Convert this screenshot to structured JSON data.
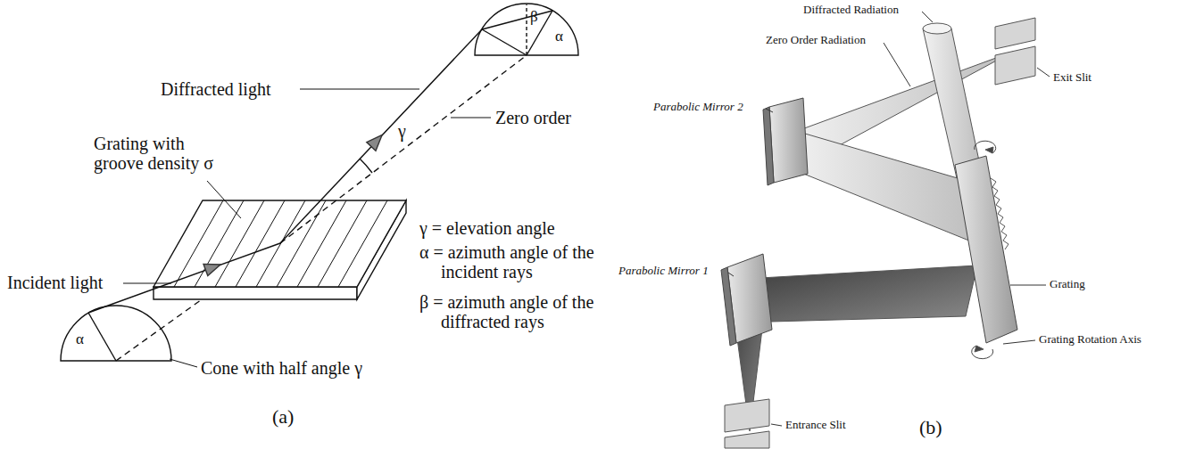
{
  "diagram": {
    "labels": [
      "Diffracted light",
      "Zero order",
      "γ",
      "α",
      "β",
      "Grating with groove density σ",
      "γ = elevation angle",
      "α = azimuth angle of the incident rays",
      "β = azimuth angle of the diffracted rays",
      "Incident light",
      "α",
      "Cone with half angle γ",
      "(a)",
      "Diffracted Radiation",
      "Zero Order Radiation",
      "Exit Slit",
      "Parabolic Mirror 2",
      "Grating",
      "Grating Rotation Axis",
      "Parabolic Mirror 1",
      "Entrance Slit",
      "(b)"
    ]
  }
}
